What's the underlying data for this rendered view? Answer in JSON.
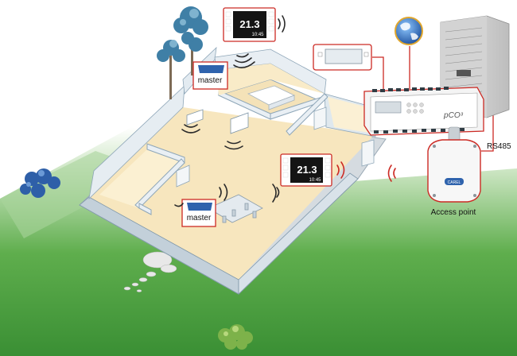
{
  "labels": {
    "master_top": "master",
    "master_bottom": "master",
    "rs485": "RS485",
    "access_point": "Access point",
    "controller_brand": "pCO³",
    "access_point_logo": "CAREL"
  },
  "thermostat_top": {
    "temperature": "21.3",
    "clock": "10:45"
  },
  "thermostat_mid": {
    "temperature": "21.3",
    "clock": "10:45"
  },
  "colors": {
    "lawn": "#3f9a3a",
    "floor": "#f8e9c3",
    "wall": "#dfe8ee",
    "wall_edge": "#8ea6b8",
    "cable": "#d8322b",
    "signal": "#2a2a2a",
    "display": "#141414"
  },
  "icons": [
    "globe-icon",
    "wifi-signal-icon",
    "outdoor-unit-icon",
    "controller-icon",
    "terminal-icon",
    "tree-icon",
    "bush-icon"
  ]
}
